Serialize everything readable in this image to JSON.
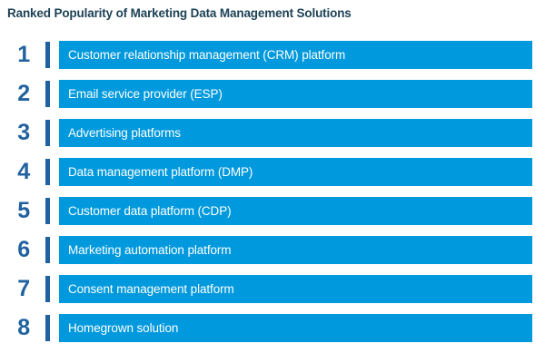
{
  "chart_data": {
    "type": "bar",
    "title": "Ranked Popularity of Marketing Data Management Solutions",
    "xlabel": "",
    "ylabel": "",
    "orientation": "horizontal",
    "grid": false,
    "legend": "none",
    "note": "Ranked list infographic; all bars drawn at equal length, rank order conveys popularity",
    "categories": [
      "Customer relationship management (CRM) platform",
      "Email service provider (ESP)",
      "Advertising platforms",
      "Data management platform (DMP)",
      "Customer data platform (CDP)",
      "Marketing automation platform",
      "Consent management platform",
      "Homegrown solution"
    ],
    "values": [
      1,
      2,
      3,
      4,
      5,
      6,
      7,
      8
    ],
    "value_meaning": "rank position (1 = most popular)"
  },
  "colors": {
    "title": "#1d4256",
    "rank_number": "#20629f",
    "divider": "#20629f",
    "bar": "#0099dd",
    "bar_label": "#ffffff",
    "background": "#ffffff"
  },
  "rows": [
    {
      "rank": "1",
      "label": "Customer relationship management (CRM) platform"
    },
    {
      "rank": "2",
      "label": "Email service provider (ESP)"
    },
    {
      "rank": "3",
      "label": "Advertising platforms"
    },
    {
      "rank": "4",
      "label": "Data management platform (DMP)"
    },
    {
      "rank": "5",
      "label": "Customer data platform (CDP)"
    },
    {
      "rank": "6",
      "label": "Marketing automation platform"
    },
    {
      "rank": "7",
      "label": "Consent management platform"
    },
    {
      "rank": "8",
      "label": "Homegrown solution"
    }
  ]
}
